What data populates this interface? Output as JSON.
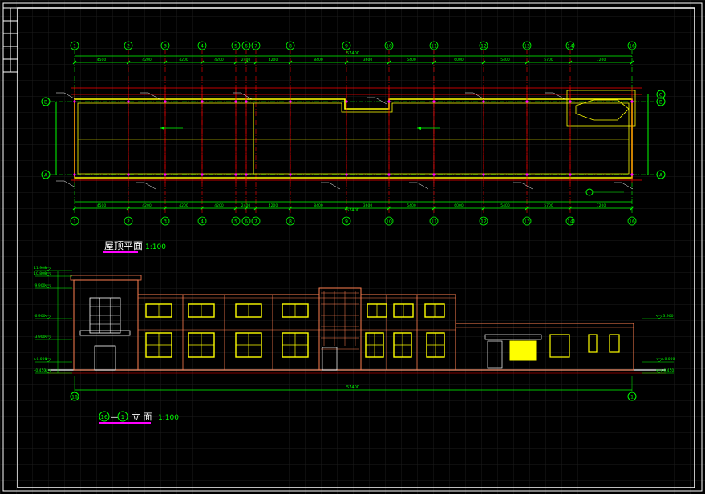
{
  "drawing": {
    "plan_title": "屋顶平面",
    "plan_scale": "1:100",
    "elev_title": "立 面",
    "elev_scale": "1:100",
    "elev_axis_from": "16",
    "elev_axis_sep": "—",
    "elev_axis_to": "1",
    "total_dim": "57400",
    "elev_total_dim": "57400"
  },
  "axes_top": [
    "1",
    "2",
    "3",
    "4",
    "5",
    "6",
    "7",
    "8",
    "9",
    "10",
    "11",
    "12",
    "13",
    "14",
    "16"
  ],
  "axes_bottom": [
    "1",
    "2",
    "3",
    "4",
    "5",
    "6",
    "7",
    "8",
    "9",
    "10",
    "11",
    "12",
    "13",
    "14",
    "16"
  ],
  "axes_left": [
    "B",
    "A"
  ],
  "axes_right": [
    "C",
    "B",
    "A"
  ],
  "dims_top": [
    "4500",
    "4200",
    "4200",
    "4200",
    "2400",
    "4200",
    "8400",
    "3600",
    "5400",
    "6000",
    "5400",
    "5700",
    "7200"
  ],
  "dims_bottom": [
    "4500",
    "4200",
    "4200",
    "4200",
    "2400",
    "4200",
    "8400",
    "3600",
    "5400",
    "6000",
    "5400",
    "5700",
    "7200"
  ],
  "elev_levels": [
    "11.900",
    "10.800",
    "9.900",
    "6.900",
    "3.900",
    "±0.000",
    "-0.450"
  ],
  "colors": {
    "background": "#000000",
    "grid": "#1a1a1a",
    "frame": "#ffffff",
    "axis": "#00ff00",
    "dim": "#00ff00",
    "wall": "#ffff00",
    "column": "#ff0000",
    "elev_outline": "#ff7f50",
    "window": "#ffff00",
    "underline": "#ff00ff",
    "leader": "#ffffff"
  }
}
